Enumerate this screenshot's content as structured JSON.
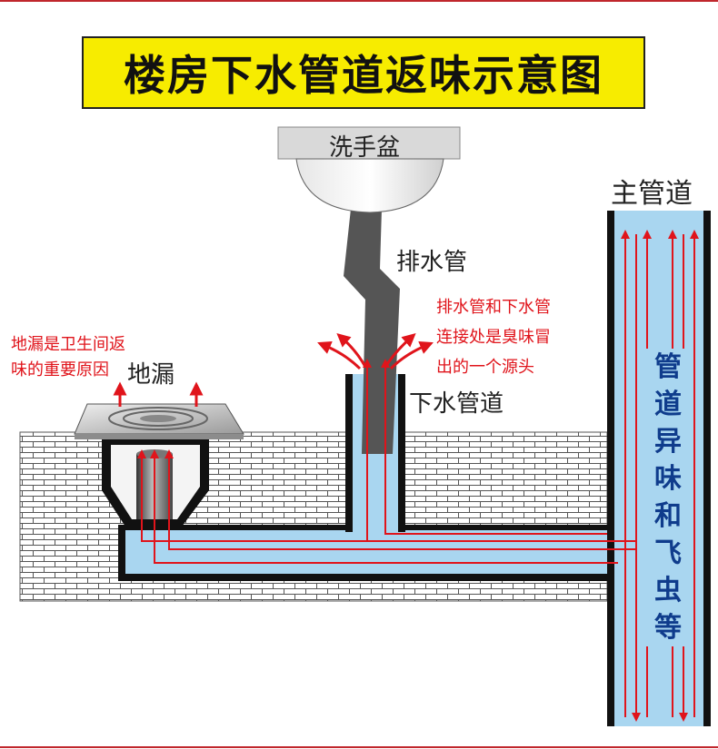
{
  "title": "楼房下水管道返味示意图",
  "labels": {
    "basin": "洗手盆",
    "drain_pipe": "排水管",
    "main_pipe": "主管道",
    "floor_drain": "地漏",
    "sewer_pipe": "下水管道"
  },
  "annotations": {
    "floor_drain_note": [
      "地漏是卫生间返",
      "味的重要原因"
    ],
    "joint_note": [
      "排水管和下水管",
      "连接处是臭味冒",
      "出的一个源头"
    ],
    "main_pipe_note": "管道异味和飞虫等"
  },
  "colors": {
    "banner": "#f7ec00",
    "water": "#a9d6f0",
    "arrow": "#e0141b",
    "brick": "#ffffff",
    "mortar": "#555555"
  }
}
